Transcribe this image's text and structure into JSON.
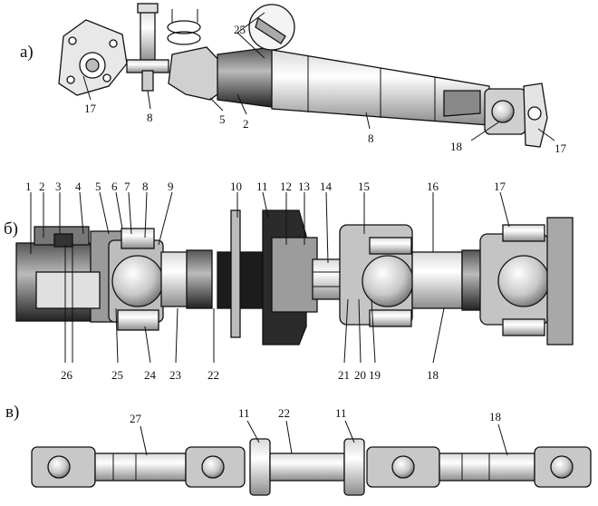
{
  "sections": {
    "a": "а)",
    "b": "б)",
    "c": "в)"
  },
  "part_a": {
    "labels": [
      "17",
      "8",
      "25",
      "5",
      "2",
      "8",
      "18",
      "17"
    ]
  },
  "part_b": {
    "top_labels": [
      "1",
      "2",
      "3",
      "4",
      "5",
      "6",
      "7",
      "8",
      "9",
      "10",
      "11",
      "12",
      "13",
      "14",
      "15",
      "16",
      "17"
    ],
    "bottom_labels": [
      "26",
      "25",
      "24",
      "23",
      "22",
      "21",
      "20",
      "19",
      "18"
    ]
  },
  "part_c": {
    "labels": [
      "27",
      "11",
      "22",
      "11",
      "18"
    ]
  }
}
